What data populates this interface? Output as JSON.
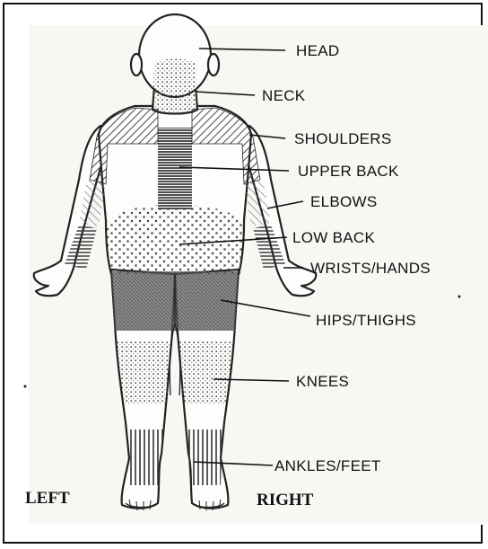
{
  "labels": {
    "head": "HEAD",
    "neck": "NECK",
    "shoulders": "SHOULDERS",
    "upper_back": "UPPER BACK",
    "elbows": "ELBOWS",
    "low_back": "LOW BACK",
    "wrists_hands": "WRISTS/HANDS",
    "hips_thighs": "HIPS/THIGHS",
    "knees": "KNEES",
    "ankles_feet": "ANKLES/FEET"
  },
  "sides": {
    "left": "LEFT",
    "right": "RIGHT"
  },
  "colors": {
    "ink": "#111111",
    "paper": "#f7f7f4",
    "shade": "#444444"
  }
}
